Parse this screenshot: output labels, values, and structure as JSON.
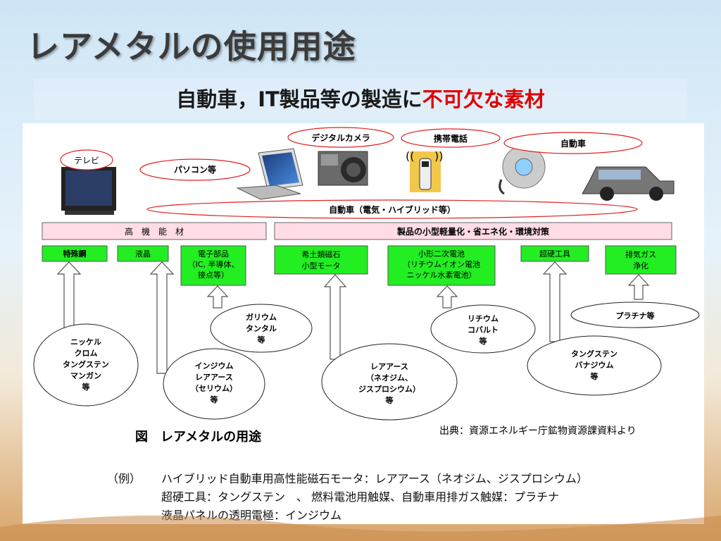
{
  "title": "レアメタルの使用用途",
  "subtitle": {
    "main": "自動車，IT製品等の製造に",
    "emphasis": "不可欠な素材"
  },
  "products": {
    "tv": "テレビ",
    "pc": "パソコン等",
    "camera": "デジタルカメラ",
    "phone": "携帯電話",
    "car": "自動車",
    "car_wide": "自動車（電気・ハイブリッド等）"
  },
  "bands": {
    "left": "高　機　能　材",
    "right": "製品の小型軽量化・省エネ化・環境対策"
  },
  "applications": [
    {
      "lines": [
        "特殊鋼"
      ]
    },
    {
      "lines": [
        "液晶"
      ]
    },
    {
      "lines": [
        "電子部品",
        "（IC, 半導体、",
        "接点等）"
      ]
    },
    {
      "lines": [
        "希土類磁石",
        "小型モータ"
      ]
    },
    {
      "lines": [
        "小形二次電池",
        "（リチウムイオン電池",
        "ニッケル水素電池）"
      ]
    },
    {
      "lines": [
        "超硬工具"
      ]
    },
    {
      "lines": [
        "排気ガス",
        "浄化"
      ]
    }
  ],
  "metals": {
    "nickel": [
      "ニッケル",
      "クロム",
      "タングステン",
      "マンガン",
      "等"
    ],
    "indium": [
      "インジウム",
      "レアアース",
      "（セリウム）",
      "等"
    ],
    "gallium": [
      "ガリウム",
      "タンタル",
      "等"
    ],
    "rare_earth": [
      "レアアース",
      "（ネオジム、",
      "ジスプロシウム）",
      "等"
    ],
    "lithium": [
      "リチウム",
      "コバルト",
      "等"
    ],
    "tungsten": [
      "タングステン",
      "バナジウム",
      "等"
    ],
    "platinum": [
      "プラチナ等"
    ]
  },
  "figure_caption": "図　レアメタルの用途",
  "source": "出典：資源エネルギー庁鉱物資源課資料より",
  "examples": {
    "label": "（例）",
    "lines": [
      "ハイブリッド自動車用高性能磁石モータ：レアアース（ネオジム、ジスプロシウム）",
      "超硬工具：タングステン　、 燃料電池用触媒、自動車用排ガス触媒：プラチナ",
      "液晶パネルの透明電極：インジウム"
    ]
  },
  "colors": {
    "band_fill": "#ffdce6",
    "app_fill": "#22ee22",
    "ellipse_stroke": "#e02020"
  }
}
